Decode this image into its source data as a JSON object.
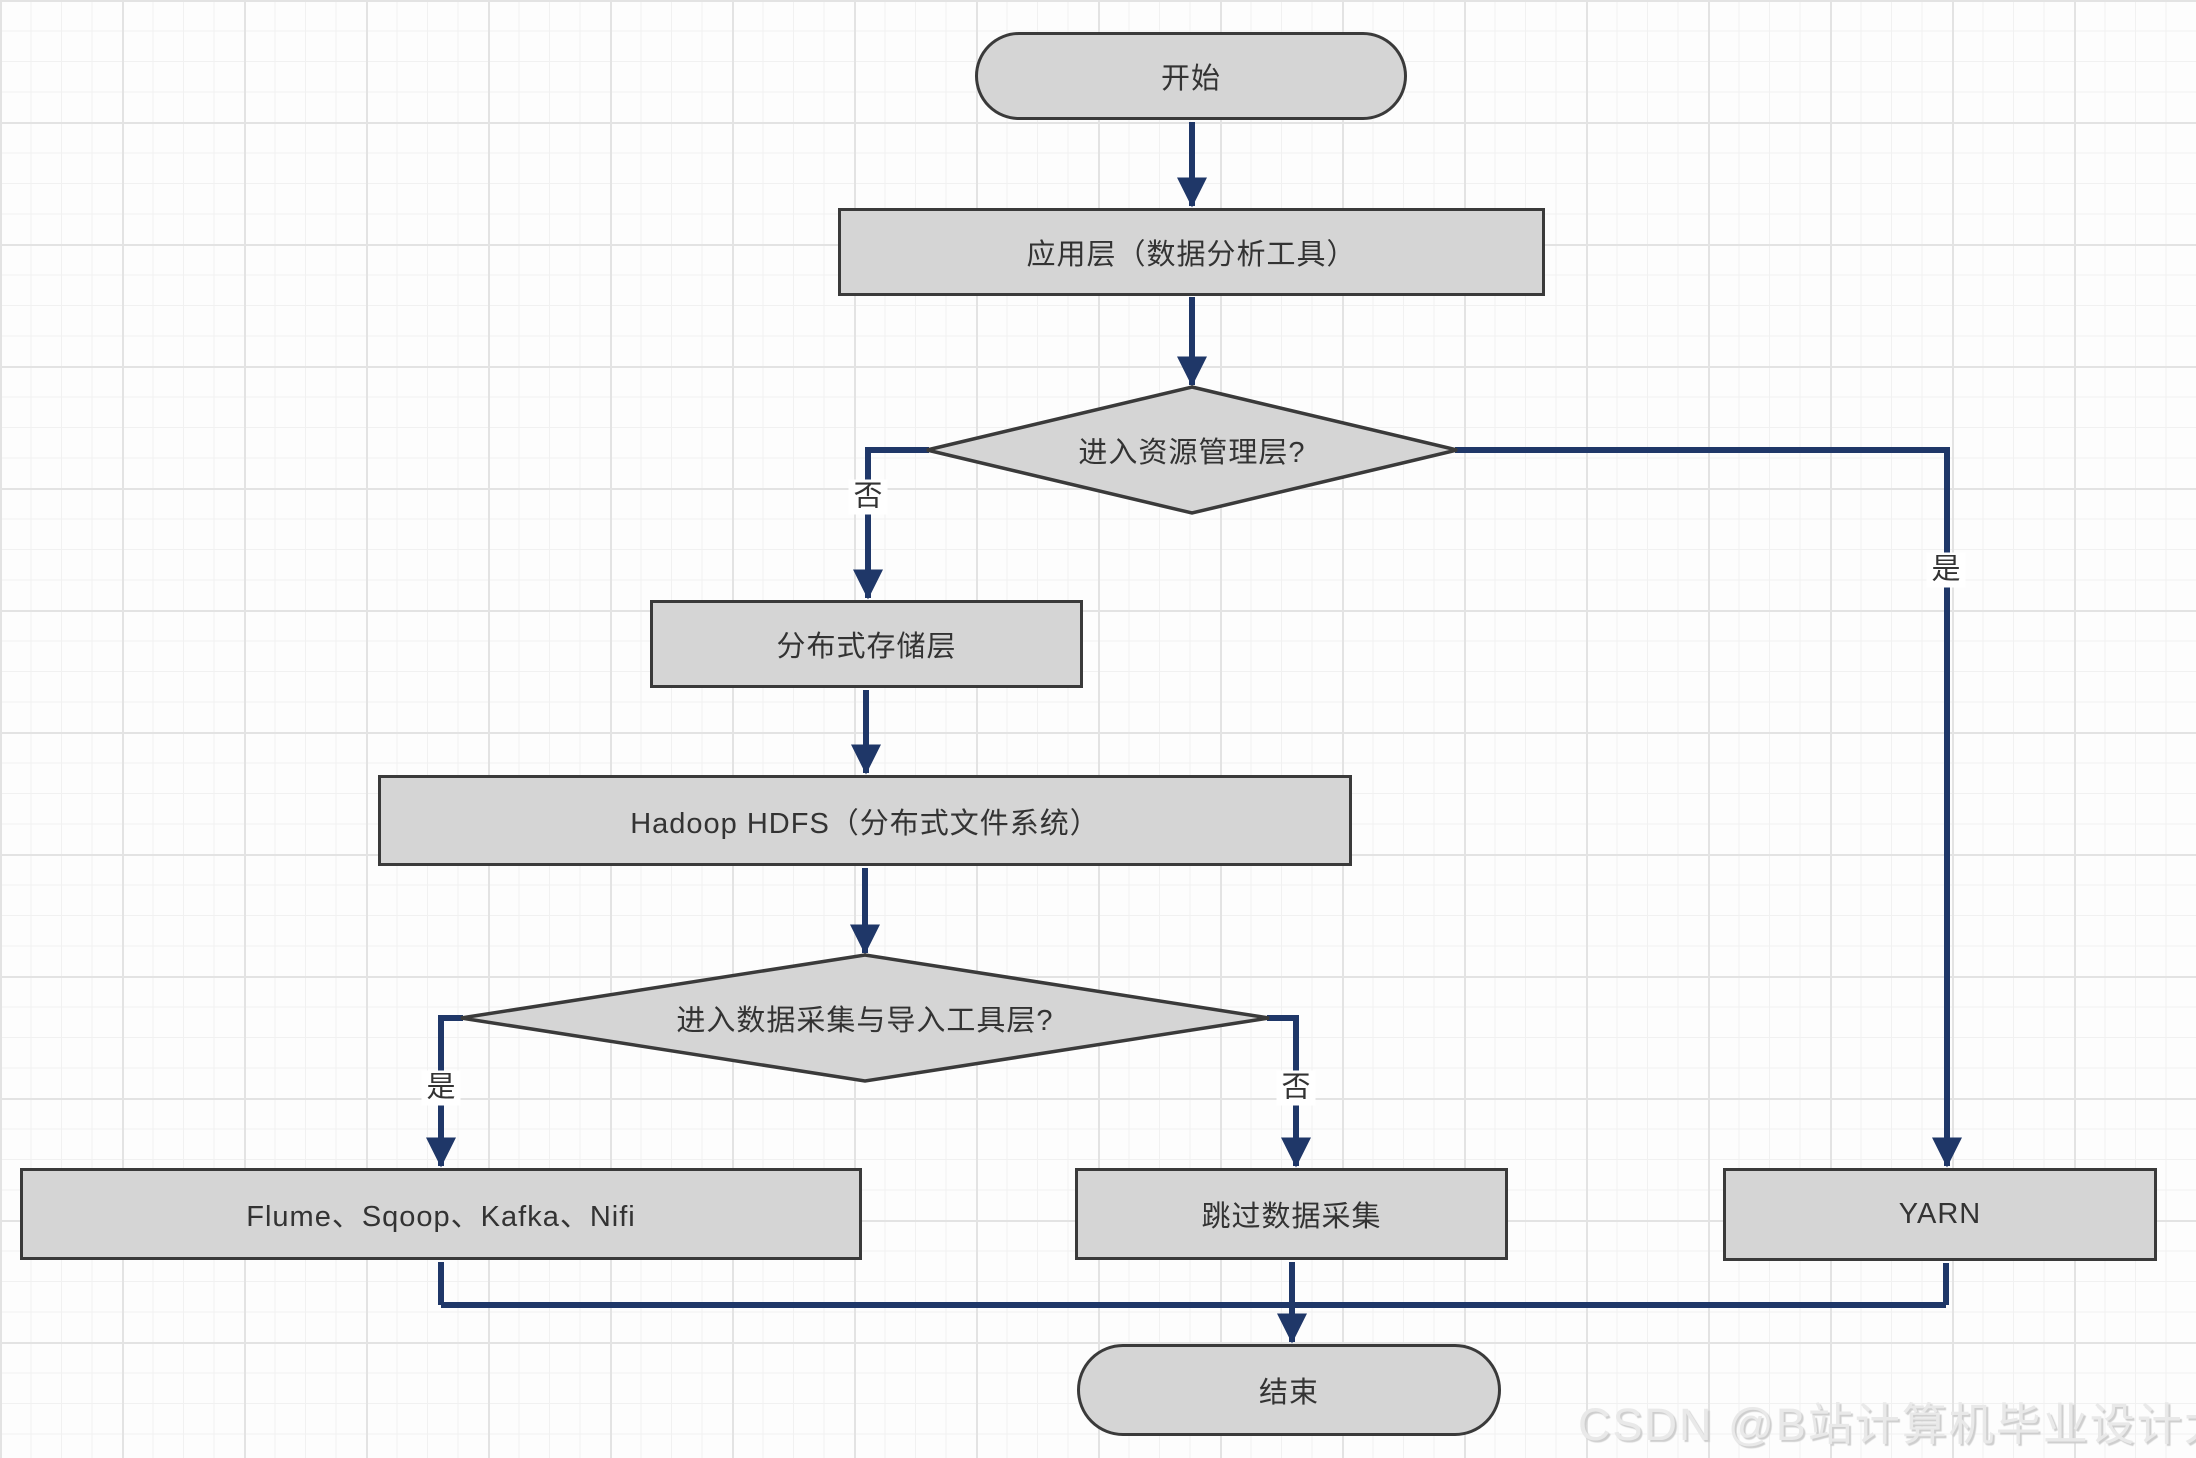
{
  "diagram": {
    "type": "flowchart",
    "nodes": {
      "start": {
        "label": "开始",
        "shape": "terminator"
      },
      "app_layer": {
        "label": "应用层（数据分析工具）",
        "shape": "process"
      },
      "decision_resource": {
        "label": "进入资源管理层?",
        "shape": "decision"
      },
      "storage_layer": {
        "label": "分布式存储层",
        "shape": "process"
      },
      "hdfs": {
        "label": "Hadoop HDFS（分布式文件系统）",
        "shape": "process"
      },
      "decision_ingest": {
        "label": "进入数据采集与导入工具层?",
        "shape": "decision"
      },
      "ingest_tools": {
        "label": "Flume、Sqoop、Kafka、Nifi",
        "shape": "process"
      },
      "skip_ingest": {
        "label": "跳过数据采集",
        "shape": "process"
      },
      "yarn": {
        "label": "YARN",
        "shape": "process"
      },
      "end": {
        "label": "结束",
        "shape": "terminator"
      }
    },
    "edge_labels": {
      "decision_resource_no": "否",
      "decision_resource_yes": "是",
      "decision_ingest_yes": "是",
      "decision_ingest_no": "否"
    },
    "edges": [
      {
        "from": "开始",
        "to": "应用层（数据分析工具）",
        "label": ""
      },
      {
        "from": "应用层（数据分析工具）",
        "to": "进入资源管理层?",
        "label": ""
      },
      {
        "from": "进入资源管理层?",
        "to": "分布式存储层",
        "label": "否"
      },
      {
        "from": "进入资源管理层?",
        "to": "YARN",
        "label": "是"
      },
      {
        "from": "分布式存储层",
        "to": "Hadoop HDFS（分布式文件系统）",
        "label": ""
      },
      {
        "from": "Hadoop HDFS（分布式文件系统）",
        "to": "进入数据采集与导入工具层?",
        "label": ""
      },
      {
        "from": "进入数据采集与导入工具层?",
        "to": "Flume、Sqoop、Kafka、Nifi",
        "label": "是"
      },
      {
        "from": "进入数据采集与导入工具层?",
        "to": "跳过数据采集",
        "label": "否"
      },
      {
        "from": "Flume、Sqoop、Kafka、Nifi",
        "to": "结束",
        "label": ""
      },
      {
        "from": "跳过数据采集",
        "to": "结束",
        "label": ""
      },
      {
        "from": "YARN",
        "to": "结束",
        "label": ""
      }
    ],
    "colors": {
      "node_fill": "#d5d5d5",
      "node_border": "#3a3a3a",
      "connector": "#1f3768",
      "text": "#333333",
      "watermark_text": "#e9e9e9"
    }
  },
  "watermark": "CSDN @B站计算机毕业设计大学"
}
